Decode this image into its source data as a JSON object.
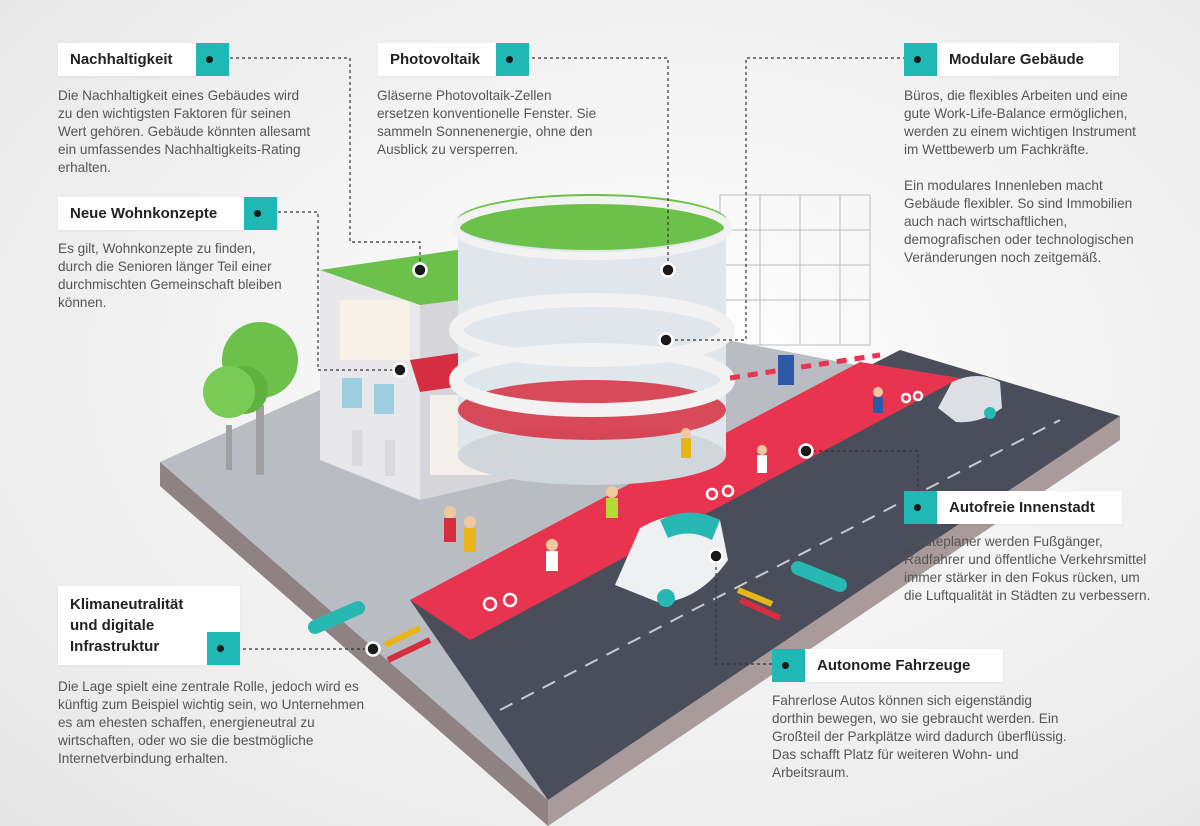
{
  "colors": {
    "accent": "#1fb8b4",
    "bike_lane": "#e8344e",
    "road": "#4a4e5a",
    "plinth": "#a89b9a",
    "grass": "#6cc14a"
  },
  "callouts": {
    "nachhaltigkeit": {
      "title": "Nachhaltigkeit",
      "text": "Die Nachhaltigkeit eines Gebäudes wird zu den wichtigsten Faktoren für seinen Wert gehören. Gebäude könnten allesamt ein umfassendes Nachhaltigkeits-Rating erhalten."
    },
    "photovoltaik": {
      "title": "Photovoltaik",
      "text": "Gläserne Photovoltaik-Zellen ersetzen konventionelle Fenster. Sie sammeln Sonnenenergie, ohne den Ausblick zu versperren."
    },
    "modulare": {
      "title": "Modulare Gebäude",
      "text1": "Büros, die flexibles Arbeiten und eine gute Work-Life-Balance ermöglichen, werden zu einem wichtigen Instrument im Wettbewerb um Fachkräfte.",
      "text2": "Ein modulares Innenleben macht Gebäude flexibler. So sind Immobilien auch nach wirtschaftlichen, demografischen oder technologischen Veränderungen noch zeitgemäß."
    },
    "wohnkonzepte": {
      "title": "Neue Wohnkonzepte",
      "text": "Es gilt, Wohnkonzepte zu finden, durch die Senioren länger Teil einer durchmischten Gemeinschaft bleiben können."
    },
    "innenstadt": {
      "title": "Autofreie Innenstadt",
      "text": "Städteplaner werden Fußgänger, Radfahrer und öffentliche Verkehrsmittel immer stärker in den Fokus rücken, um die Luftqualität in Städten zu verbessern."
    },
    "klima": {
      "title_lines": [
        "Klimaneutralität",
        "und digitale",
        "Infrastruktur"
      ],
      "text": "Die Lage spielt eine zentrale Rolle, jedoch wird es künftig zum Beispiel wichtig sein, wo Unternehmen es am ehesten schaffen, energieneutral zu wirtschaften, oder wo sie die bestmögliche Internetverbindung erhalten."
    },
    "autonome": {
      "title": "Autonome Fahrzeuge",
      "text": "Fahrerlose Autos können sich eigenständig dorthin bewegen, wo sie gebraucht werden. Ein Großteil der Parkplätze wird dadurch überflüssig. Das schafft Platz für weiteren Wohn- und Arbeitsraum."
    }
  }
}
